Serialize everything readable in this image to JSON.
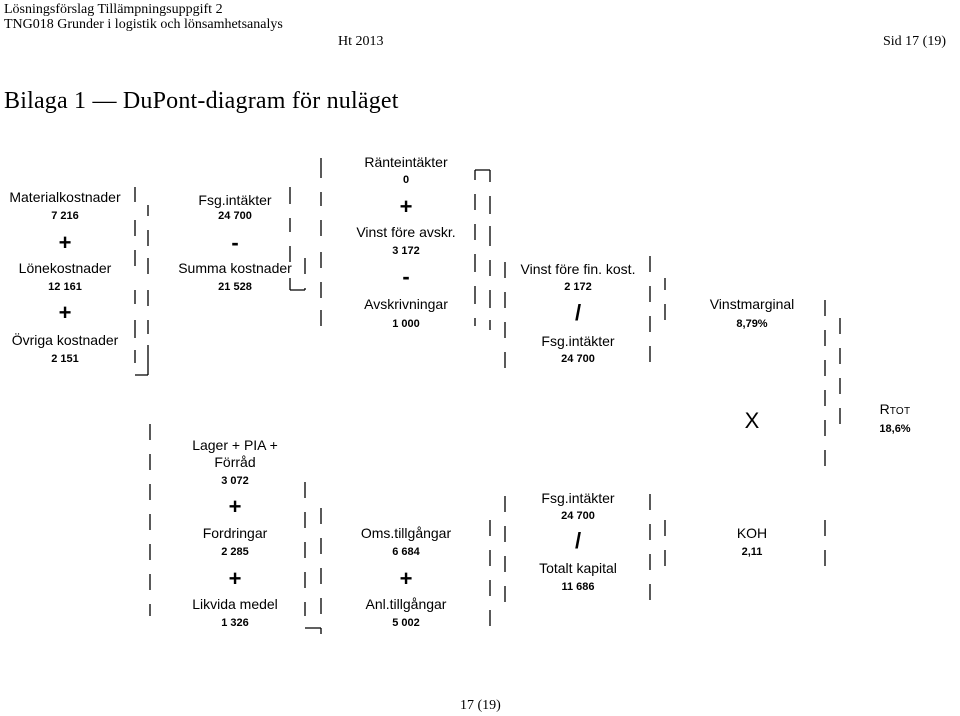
{
  "header": {
    "line1": "Lösningsförslag Tillämpningsuppgift 2",
    "line2": "TNG018 Grunder i logistik och lönsamhetsanalys",
    "term": "Ht 2013",
    "page_label": "Sid 17 (19)"
  },
  "title": "Bilaga 1 — DuPont-diagram för nuläget",
  "diagram": {
    "materialkostnader": {
      "label": "Materialkostnader",
      "value": "7 216"
    },
    "lonekostnader": {
      "label": "Lönekostnader",
      "value": "12 161"
    },
    "ovriga_kostnader": {
      "label": "Övriga kostnader",
      "value": "2 151"
    },
    "fsg_intakter_top": {
      "label": "Fsg.intäkter",
      "value": "24 700"
    },
    "summa_kostnader": {
      "label": "Summa kostnader",
      "value": "21 528"
    },
    "ranteintakter": {
      "label": "Ränteintäkter",
      "value": "0"
    },
    "vinst_fore_avskr": {
      "label": "Vinst före avskr.",
      "value": "3 172"
    },
    "avskrivningar": {
      "label": "Avskrivningar",
      "value": "1 000"
    },
    "vinst_fore_fin_kost": {
      "label": "Vinst före fin. kost.",
      "value": "2 172"
    },
    "fsg_intakter_margin": {
      "label": "Fsg.intäkter",
      "value": "24 700"
    },
    "vinstmarginal": {
      "label": "Vinstmarginal",
      "value": "8,79%"
    },
    "rtot": {
      "label_r": "R",
      "label_rest": "TOT",
      "value": "18,6%"
    },
    "lager": {
      "label_line1": "Lager + PIA +",
      "label_line2": "Förråd",
      "value": "3 072"
    },
    "fordringar": {
      "label": "Fordringar",
      "value": "2 285"
    },
    "likvida_medel": {
      "label": "Likvida medel",
      "value": "1 326"
    },
    "oms_tillgangar": {
      "label": "Oms.tillgångar",
      "value": "6 684"
    },
    "anl_tillgangar": {
      "label": "Anl.tillgångar",
      "value": "5 002"
    },
    "fsg_intakter_koh": {
      "label": "Fsg.intäkter",
      "value": "24 700"
    },
    "totalt_kapital": {
      "label": "Totalt kapital",
      "value": "11 686"
    },
    "koh": {
      "label": "KOH",
      "value": "2,11"
    },
    "operators": {
      "plus": "+",
      "minus": "-",
      "divide": "/",
      "times": "X"
    }
  },
  "footer": {
    "page_number": "17 (19)"
  }
}
